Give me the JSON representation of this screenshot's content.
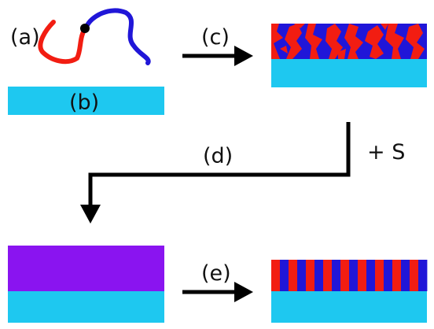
{
  "labels": {
    "a": "(a)",
    "b": "(b)",
    "c": "(c)",
    "d": "(d)",
    "e": "(e)",
    "solvent": "+ S"
  },
  "colors": {
    "substrate": "#1ec8f0",
    "block_red": "#f21d12",
    "block_blue": "#2016d8",
    "mixed_film": "#8a14f0",
    "arrow": "#000000",
    "background": "#ffffff"
  },
  "final_lamellae": {
    "stripe_count": 18,
    "pattern": [
      "red",
      "blue"
    ]
  },
  "icons": {
    "polymer_chain": "diblock-copolymer-icon",
    "junction": "junction-dot-icon"
  }
}
